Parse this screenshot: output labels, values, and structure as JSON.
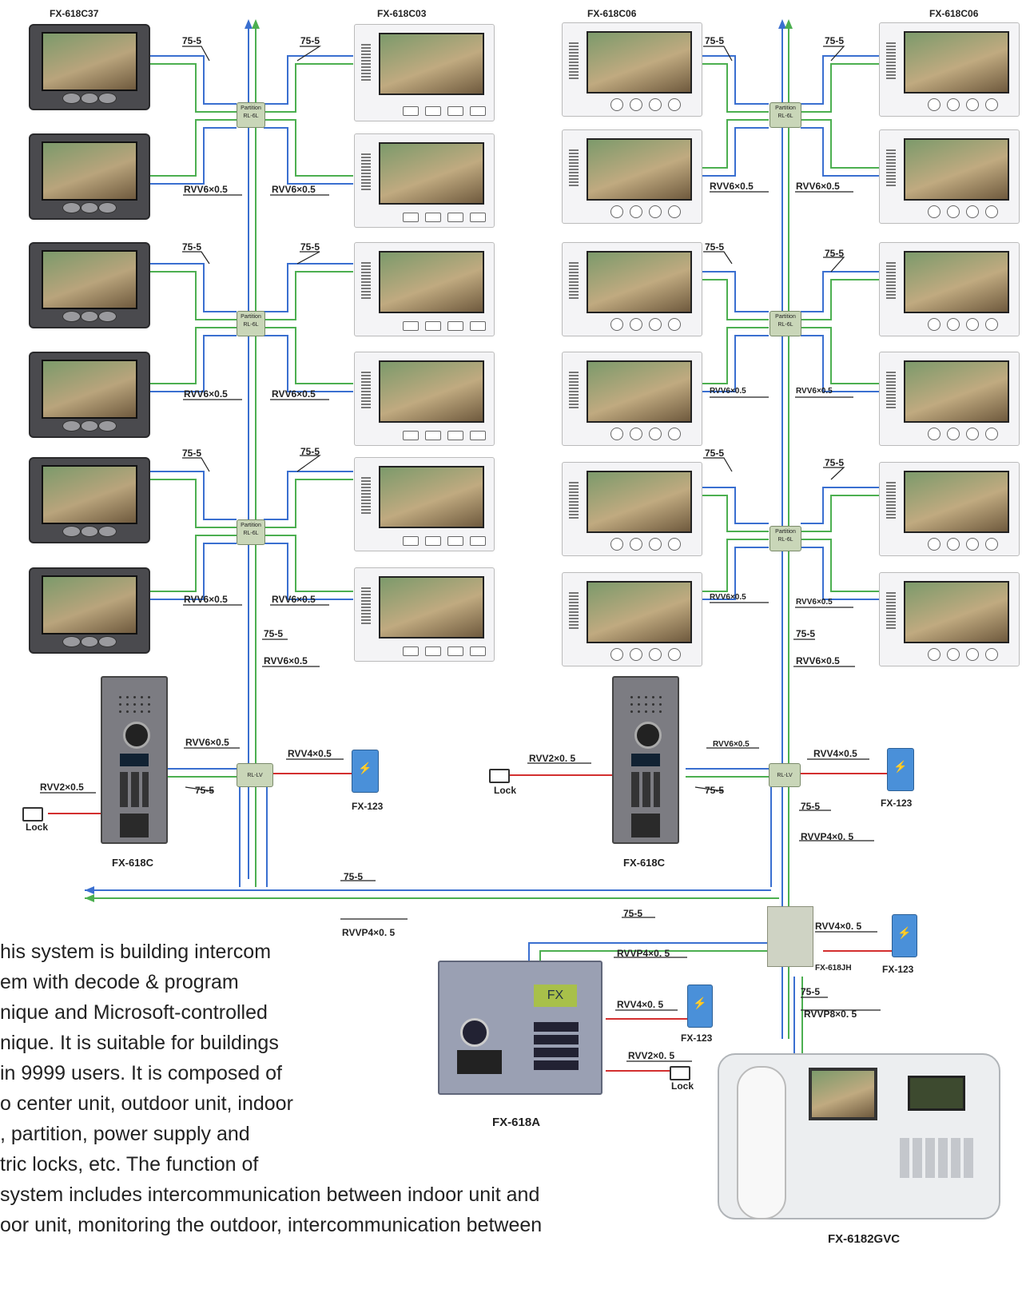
{
  "models": {
    "dark_indoor": "FX-618C37",
    "white_indoor_left": "FX-618C03",
    "white_indoor_right_a": "FX-618C06",
    "white_indoor_right_b": "FX-618C06",
    "outdoor_left": "FX-618C",
    "outdoor_right": "FX-618C",
    "power_left": "FX-123",
    "power_right": "FX-123",
    "power_center": "FX-123",
    "power_main": "FX-123",
    "center_box": "FX-618JH",
    "main_panel": "FX-618A",
    "master_station": "FX-6182GVC"
  },
  "partitions": {
    "label_top": "Partition",
    "label_bottom": "RL-6L",
    "rl_lv": "RL-LV"
  },
  "cables": {
    "coax": "75-5",
    "rvv6": "RVV6×0.5",
    "rvv4": "RVV4×0.5",
    "rvv4_sp": "RVV4×0. 5",
    "rvv2": "RVV2×0.5",
    "rvv2_sp": "RVV2×0. 5",
    "rvvp4_sp": "RVVP4×0. 5",
    "rvvp8_sp": "RVVP8×0. 5"
  },
  "lock_label": "Lock",
  "panel_a_lcd": "FX",
  "description_lines": [
    "his system is building intercom",
    "em with decode & program",
    "nique and Microsoft-controlled",
    "nique. It is suitable for buildings",
    "in 9999 users. It is composed of",
    "o center unit, outdoor unit, indoor",
    ", partition, power supply and",
    "tric locks, etc. The function of",
    "system includes intercommunication between indoor unit and",
    "oor unit, monitoring the outdoor, intercommunication between"
  ],
  "colors": {
    "blue": "#3a6fd0",
    "green": "#4caf50",
    "red": "#d32f2f",
    "dark": "#222222"
  }
}
